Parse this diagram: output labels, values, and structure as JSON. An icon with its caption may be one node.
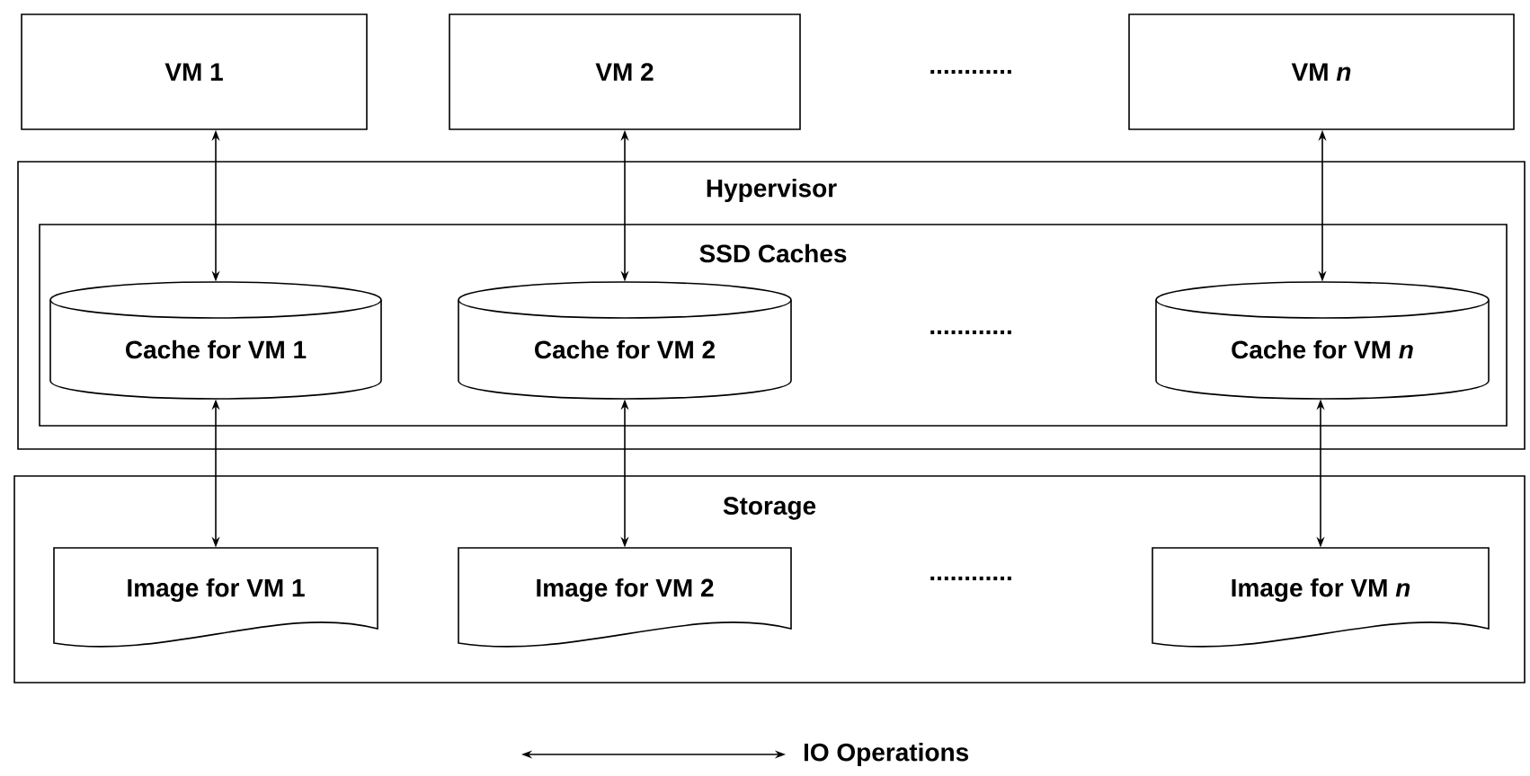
{
  "diagram": {
    "nodes": [
      {
        "text": [
          "VM 1"
        ]
      },
      {
        "text": [
          "VM 2"
        ]
      },
      {
        "text": [
          "VM *n*"
        ]
      },
      {
        "text": [
          "Hypervisor"
        ]
      },
      {
        "text": [
          "SSD Caches"
        ],
        "in": 3
      },
      {
        "text": [
          "Cache for VM 1"
        ],
        "in": 4
      },
      {
        "text": [
          "Cache for VM 2"
        ],
        "in": 4
      },
      {
        "text": [
          "Cache for VM *n*"
        ],
        "in": 4
      },
      {
        "text": [
          "Storage"
        ]
      },
      {
        "text": [
          "Image for VM 1"
        ],
        "in": 8
      },
      {
        "text": [
          "Image for VM 2"
        ],
        "in": 8
      },
      {
        "text": [
          "Image for VM *n*"
        ],
        "in": 8
      }
    ],
    "edges": [
      {
        "from": 0,
        "to": 5,
        "arrow": "both"
      },
      {
        "from": 1,
        "to": 6,
        "arrow": "both"
      },
      {
        "from": 2,
        "to": 7,
        "arrow": "both"
      },
      {
        "from": 5,
        "to": 9,
        "arrow": "both"
      },
      {
        "from": 6,
        "to": 10,
        "arrow": "both"
      },
      {
        "from": 7,
        "to": 11,
        "arrow": "both"
      }
    ],
    "labels": [
      "............",
      "............",
      "............"
    ],
    "legend": [
      {
        "text": "IO Operations"
      }
    ]
  }
}
